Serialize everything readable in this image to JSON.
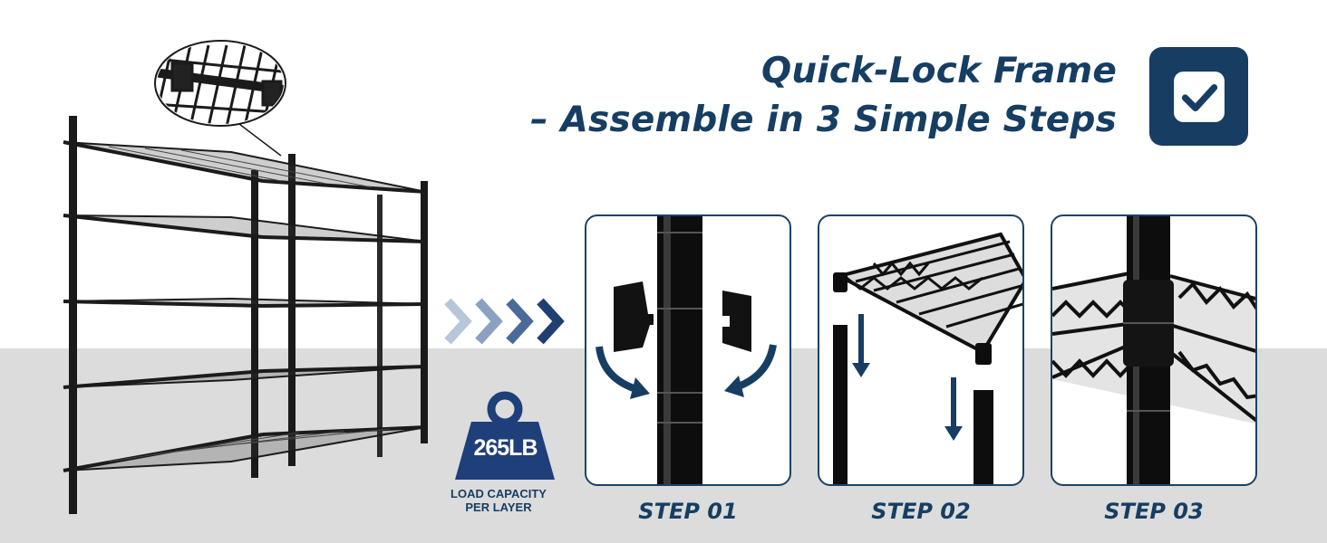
{
  "headline": {
    "line1": "Quick-Lock Frame",
    "line2": "– Assemble in 3 Simple Steps"
  },
  "icons": {
    "badge": "checkmark-icon",
    "arrows": "chevron-right-icon",
    "weight": "weight-icon"
  },
  "capacity": {
    "weight_text": "265LB",
    "label_line1": "LOAD CAPACITY",
    "label_line2": "PER LAYER"
  },
  "steps": [
    {
      "label": "STEP 01"
    },
    {
      "label": "STEP 02"
    },
    {
      "label": "STEP 03"
    }
  ],
  "colors": {
    "navy": "#173d62",
    "floor_gray": "#dcdcdc",
    "chevron_light": "#b8c6d9",
    "chevron_mid": "#8aa1c0",
    "chevron_dark": "#4a6b98",
    "chevron_darkest": "#1f3f72",
    "weight_blue": "#1e3f7a"
  }
}
